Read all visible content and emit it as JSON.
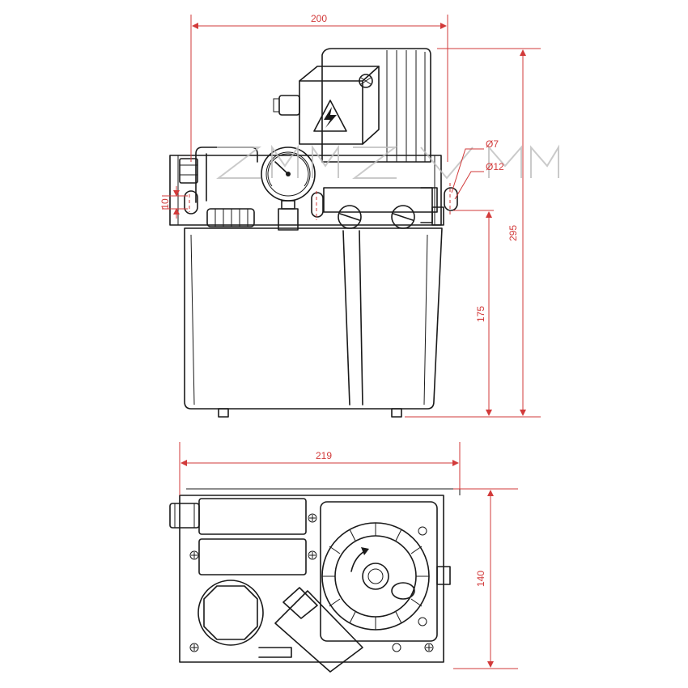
{
  "dimensions": {
    "width_top": "200",
    "height_total": "295",
    "tank_height": "175",
    "mount_offset": "10",
    "hole_small": "Ø7",
    "hole_large": "Ø12",
    "width_base": "219",
    "depth_base": "140"
  },
  "colors": {
    "line": "#1a1a1a",
    "dimension": "#d23a3a",
    "watermark": "#bdbdbd"
  },
  "icons": {
    "hazard": "lightning-bolt-icon",
    "rotation": "arrow-icon"
  }
}
